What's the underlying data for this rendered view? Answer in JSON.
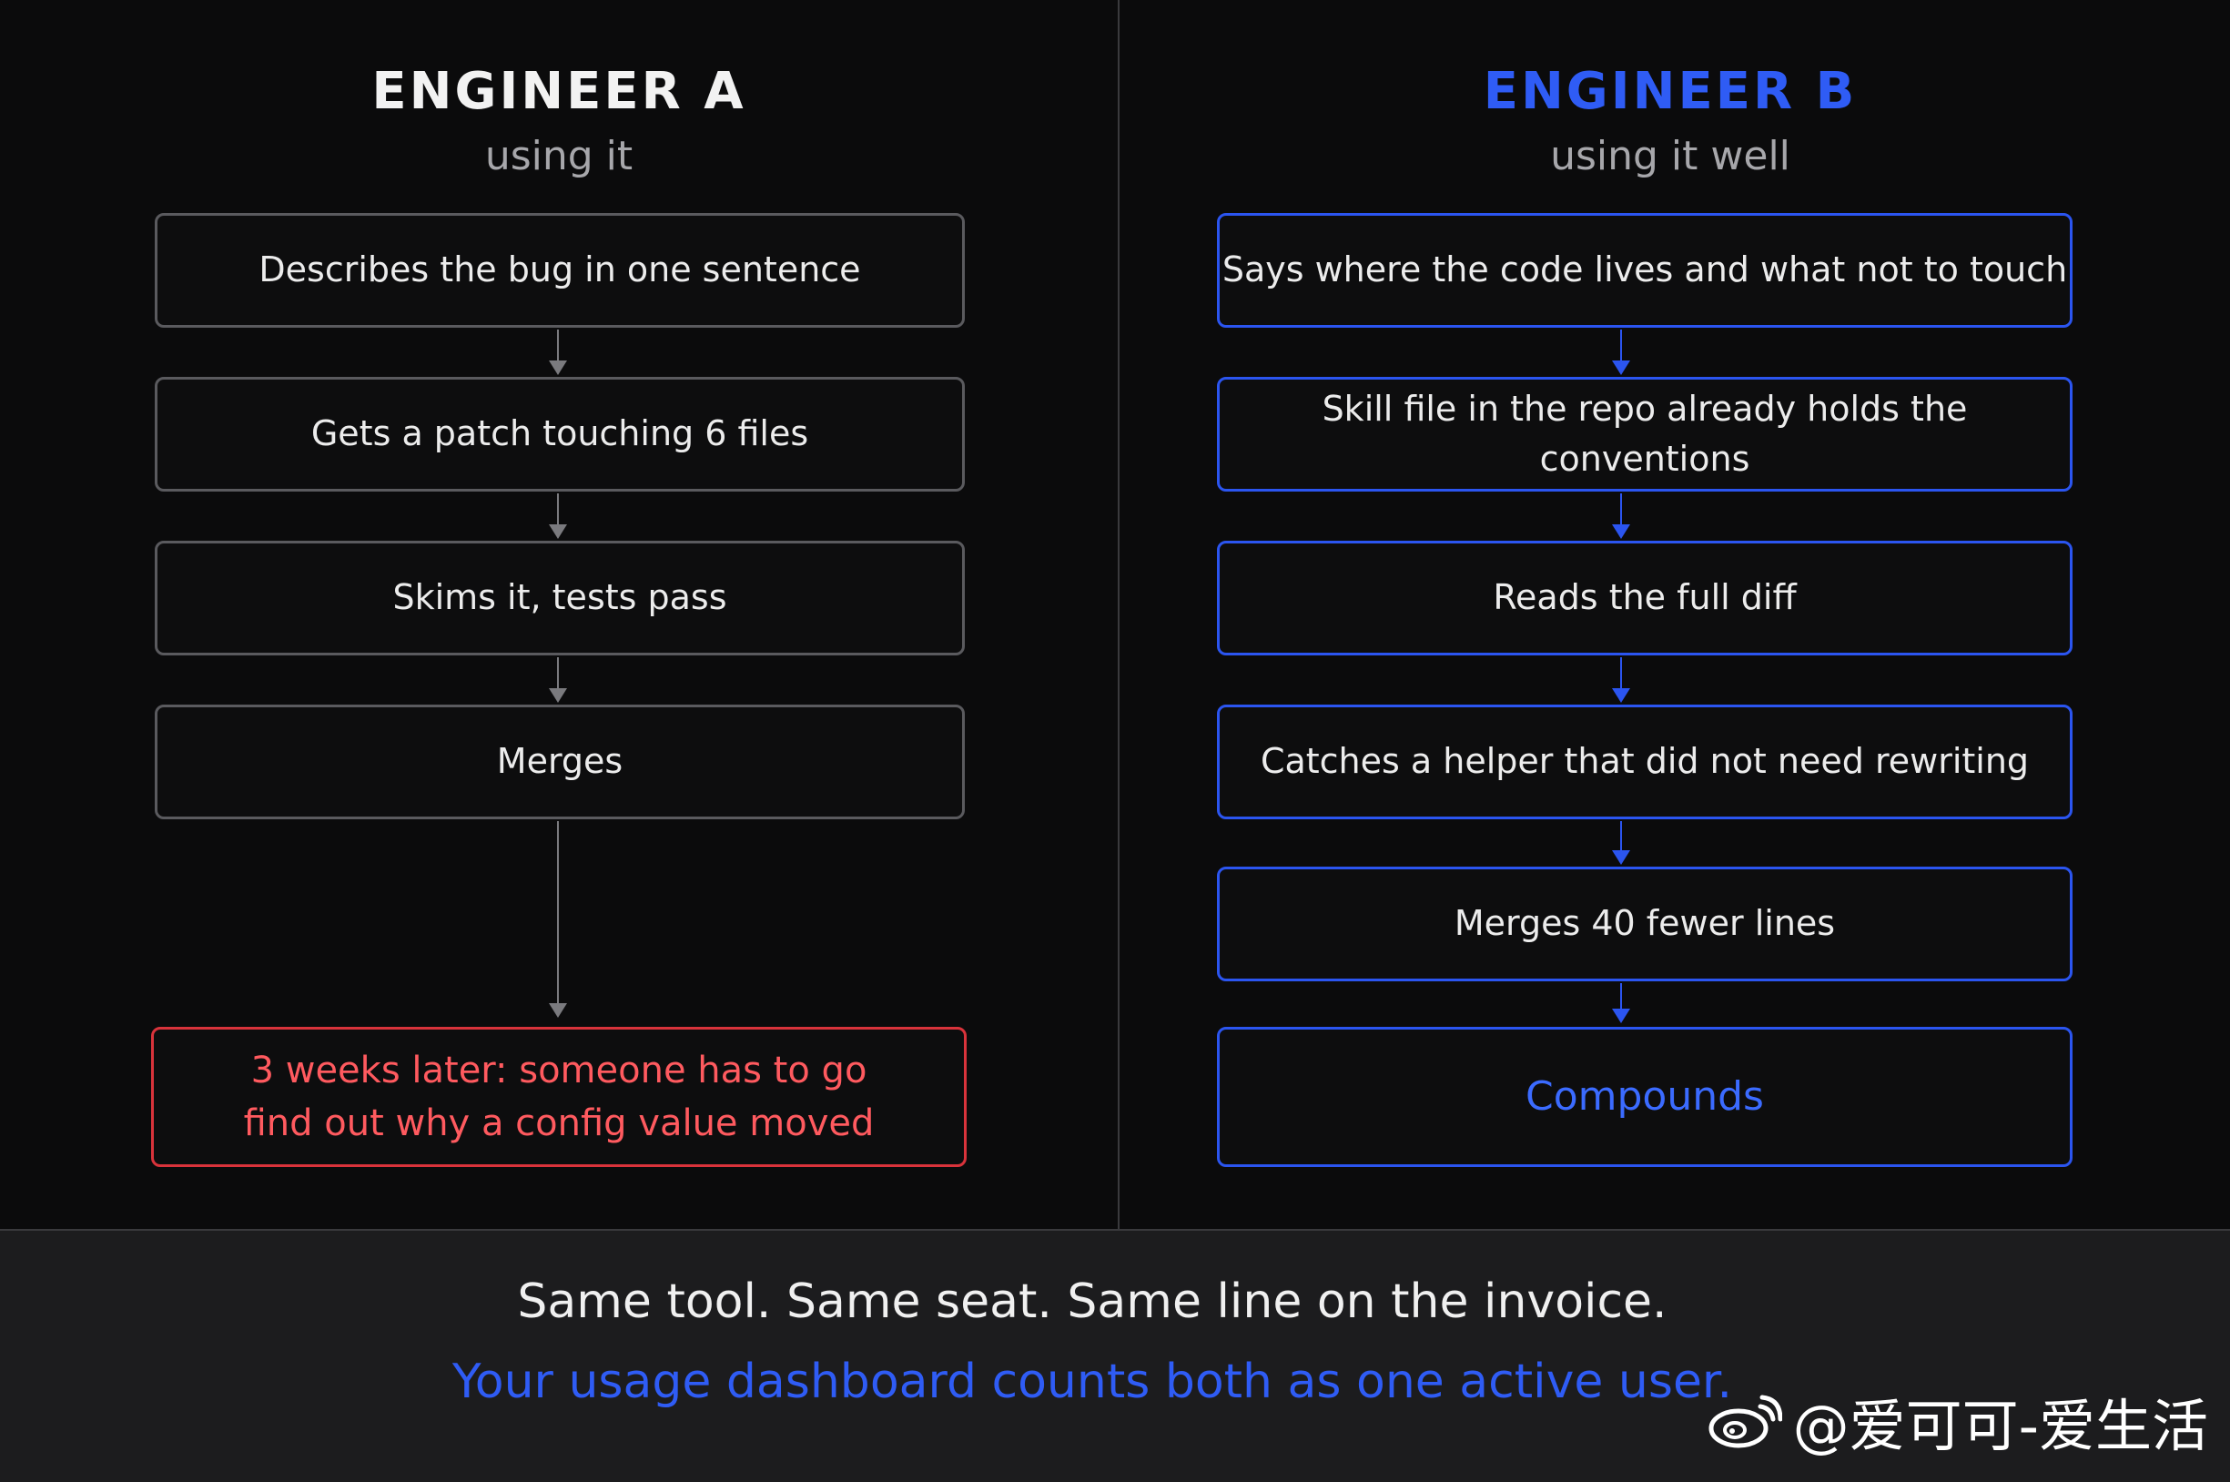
{
  "engineer_a": {
    "title": "ENGINEER A",
    "subtitle": "using it",
    "steps": [
      "Describes the bug in one sentence",
      "Gets a patch touching 6 files",
      "Skims it, tests pass",
      "Merges"
    ],
    "outcome_line1": "3 weeks later: someone has to go",
    "outcome_line2": "find out why a config value moved"
  },
  "engineer_b": {
    "title": "ENGINEER B",
    "subtitle": "using it well",
    "steps": [
      "Says where the code lives and what not to touch",
      "Skill file in the repo already holds the conventions",
      "Reads the full diff",
      "Catches a helper that did not need rewriting",
      "Merges 40 fewer lines"
    ],
    "outcome": "Compounds"
  },
  "footer": {
    "line1": "Same tool. Same seat. Same line on the invoice.",
    "line2": "Your usage dashboard counts both as one active user."
  },
  "watermark": {
    "text": "@爱可可-爱生活",
    "icon": "weibo-icon"
  },
  "colors": {
    "background": "#0b0b0c",
    "accent_blue": "#2f5cf5",
    "alert_red": "#d9333b",
    "neutral_border": "#5a5a5e"
  }
}
